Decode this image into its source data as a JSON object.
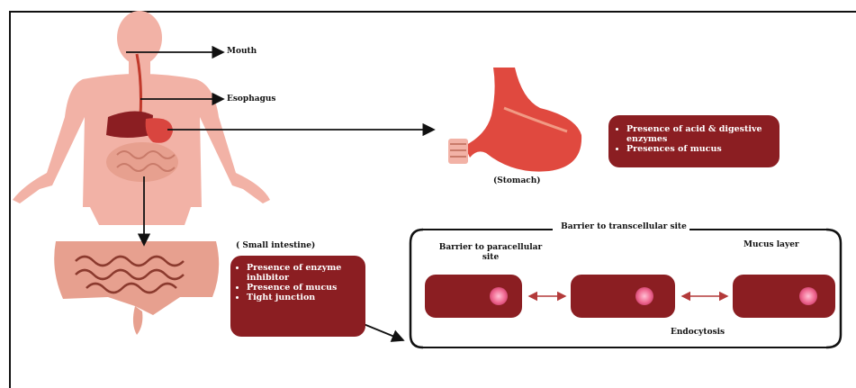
{
  "labels": {
    "mouth": "Mouth",
    "esophagus": "Esophagus",
    "stomach": "(Stomach)",
    "small_intestine": "( Small intestine)",
    "barrier_transcellular": "Barrier to transcellular site",
    "barrier_paracellular": "Barrier to paracellular site",
    "mucus_layer": "Mucus layer",
    "endocytosis": "Endocytosis"
  },
  "stomach_box": {
    "items": [
      "Presence of acid & digestive enzymes",
      "Presences of mucus"
    ]
  },
  "intestine_box": {
    "items": [
      "Presence of enzyme inhibitor",
      "Presence of mucus",
      "Tight junction"
    ]
  },
  "colors": {
    "dark_red": "#8b1e22",
    "body_pink": "#f2b2a6",
    "organ_red": "#d9453f",
    "nucleus_pink": "#f06a92",
    "intestine_tone": "#e7a08f"
  }
}
